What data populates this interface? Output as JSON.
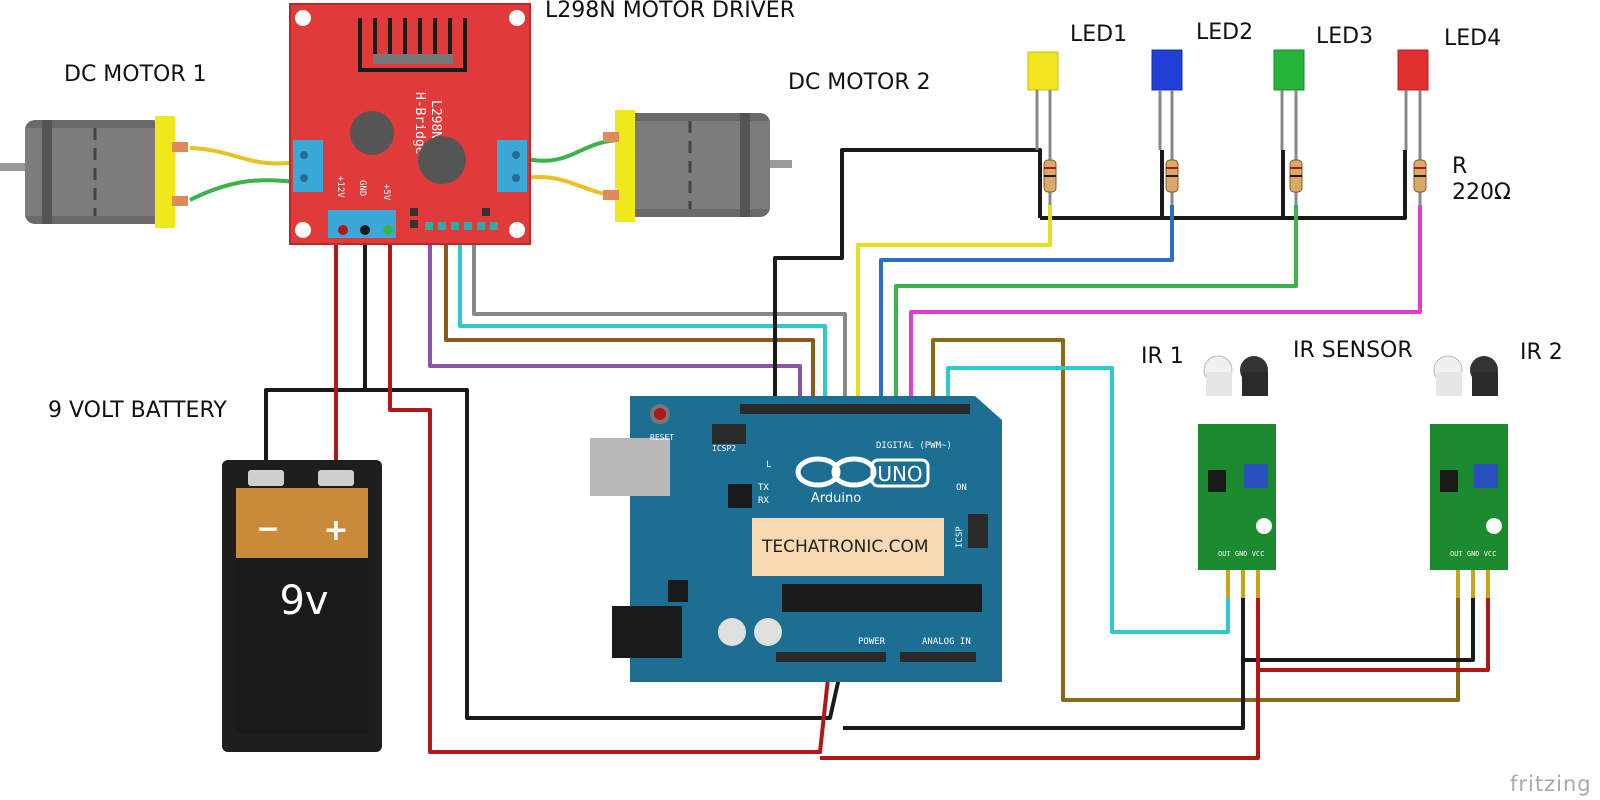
{
  "labels": {
    "motor_driver": "L298N MOTOR DRIVER",
    "motor1": "DC MOTOR 1",
    "motor2": "DC MOTOR 2",
    "battery": "9 VOLT BATTERY",
    "led1": "LED1",
    "led2": "LED2",
    "led3": "LED3",
    "led4": "LED4",
    "resistor_r": "R",
    "resistor_value": "220Ω",
    "ir1": "IR 1",
    "ir_sensor": "IR SENSOR",
    "ir2": "IR 2",
    "website": "TECHATRONIC.COM",
    "watermark": "fritzing"
  },
  "board": {
    "driver_line1": "L298N",
    "driver_line2": "H-Bridge",
    "driver_pin_12v": "+12V",
    "driver_pin_gnd": "GND",
    "driver_pin_5v": "+5V",
    "arduino_brand": "Arduino",
    "arduino_model": "UNO",
    "reset": "RESET",
    "icsp2": "ICSP2",
    "icsp": "ICSP",
    "digital": "DIGITAL (PWM~)",
    "power": "POWER",
    "analog": "ANALOG IN",
    "on": "ON",
    "l": "L",
    "tx": "TX",
    "rx": "RX",
    "sensor_pins": "OUT GND VCC",
    "battery_minus": "−",
    "battery_plus": "+",
    "battery_text": "9v"
  },
  "colors": {
    "driver_board": "#e03a3a",
    "arduino_board": "#1c6f93",
    "sensor_board": "#1c8a2e",
    "led1": "#f2e41e",
    "led2": "#1f3fd6",
    "led3": "#25b33a",
    "led4": "#e23030"
  }
}
